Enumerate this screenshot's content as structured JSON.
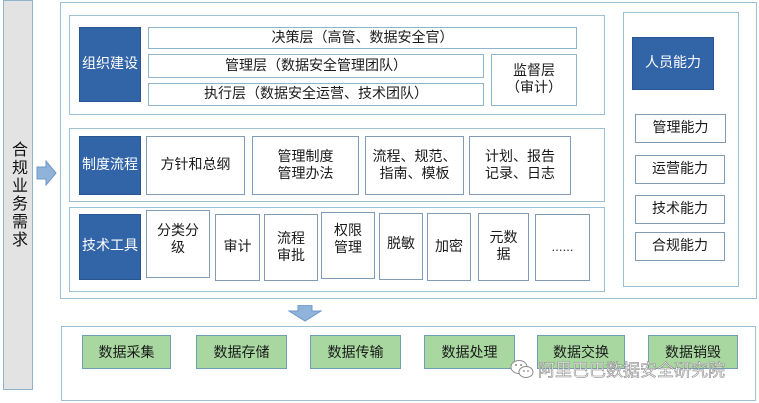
{
  "sidebar": {
    "label": "合规业务需求"
  },
  "org": {
    "title": "组织建设",
    "layers": [
      "决策层（高管、数据安全官）",
      "管理层（数据安全管理团队）",
      "执行层（数据安全运营、技术团队）"
    ],
    "supervision": "监督层\n（审计）"
  },
  "policy": {
    "title": "制度流程",
    "items": [
      "方针和总纲",
      "管理制度\n管理办法",
      "流程、规范、\n指南、模板",
      "计划、报告\n记录、日志"
    ]
  },
  "tools": {
    "title": "技术工具",
    "items": [
      "分类分\n级",
      "审计",
      "流程\n审批",
      "权限\n管理",
      "脱敏",
      "加密",
      "元数\n据",
      "……"
    ]
  },
  "people": {
    "title": "人员能力",
    "items": [
      "管理能力",
      "运营能力",
      "技术能力",
      "合规能力"
    ]
  },
  "lifecycle": {
    "items": [
      "数据采集",
      "数据存储",
      "数据传输",
      "数据处理",
      "数据交换",
      "数据销毁"
    ]
  },
  "watermark": {
    "text": "阿里巴巴数据安全研究院",
    "icon": "wechat-icon"
  },
  "colors": {
    "accent_blue": "#3264a8",
    "lifecycle_green": "#a8d8a0",
    "border": "#8fb4cc"
  }
}
